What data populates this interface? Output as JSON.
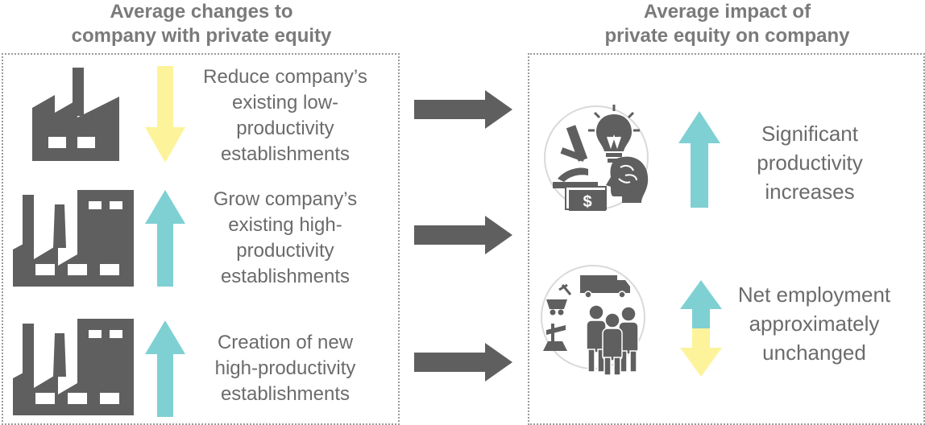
{
  "left_panel": {
    "heading": "Average changes to\ncompany with private equity",
    "rows": [
      {
        "text": "Reduce company’s\nexisting low-\nproductivity\nestablishments",
        "arrow": "down",
        "arrow_color": "#fdf39b"
      },
      {
        "text": "Grow company’s\nexisting high-\nproductivity\nestablishments",
        "arrow": "up",
        "arrow_color": "#7fd0d3"
      },
      {
        "text": "Creation of new\nhigh-productivity\nestablishments",
        "arrow": "up",
        "arrow_color": "#7fd0d3"
      }
    ]
  },
  "right_panel": {
    "heading": "Average impact of\nprivate equity on company",
    "items": [
      {
        "text": "Significant\nproductivity\nincreases",
        "arrow": "up"
      },
      {
        "text": "Net employment\napproximately\nunchanged",
        "arrow": "up-down"
      }
    ]
  },
  "colors": {
    "icon": "#5f5f5f",
    "teal": "#7fd0d3",
    "yellow": "#fdf39b",
    "border": "#9a9a9a",
    "text": "#6b6b6b"
  },
  "icons": [
    "factory-icon",
    "factory-large-icon",
    "innovation-icon",
    "workforce-icon",
    "right-arrow-icon"
  ]
}
